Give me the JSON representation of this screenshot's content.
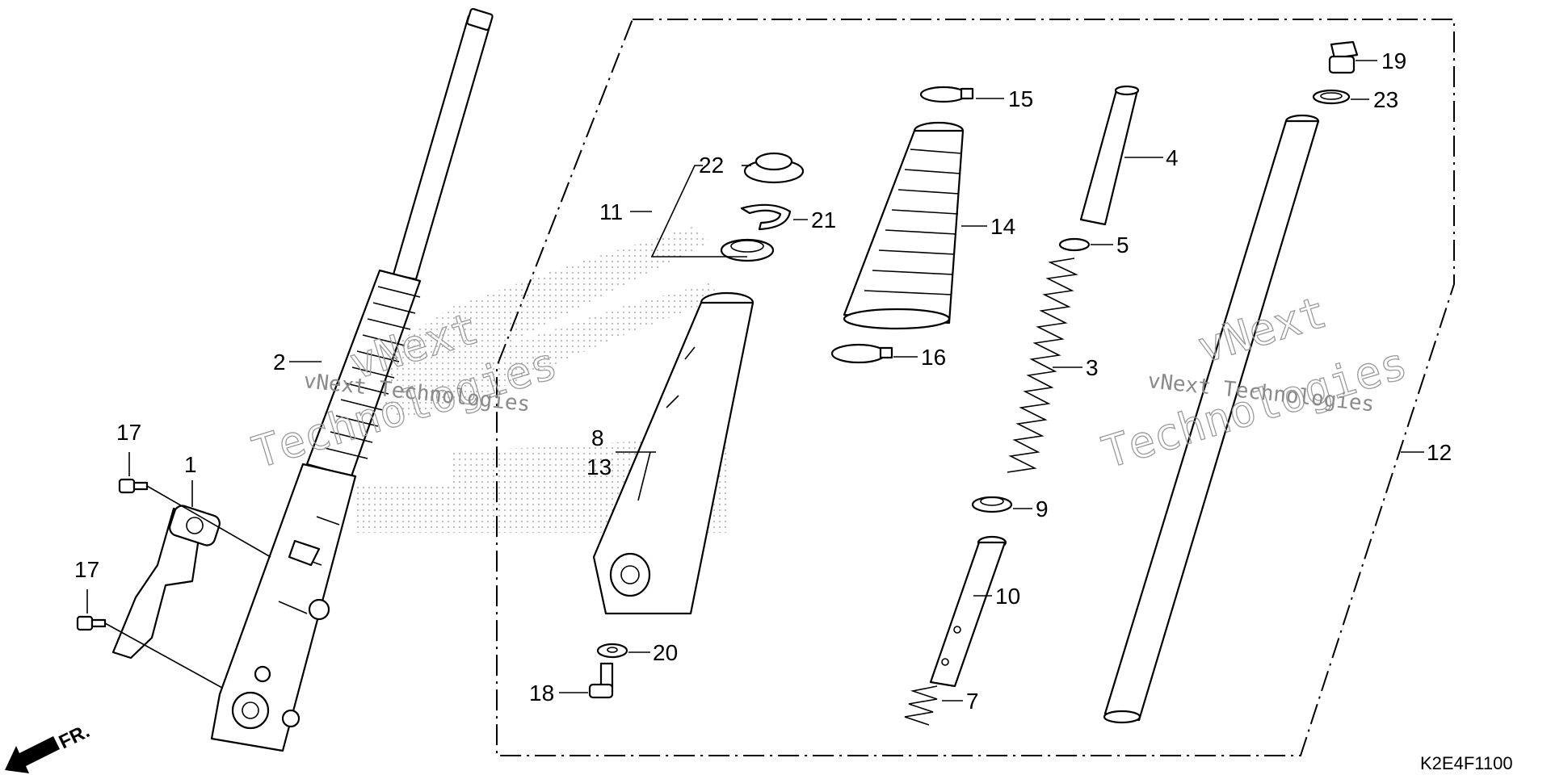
{
  "diagram": {
    "drawing_code": "K2E4F1100",
    "direction_label": "FR.",
    "watermark": {
      "brand": "vNext",
      "name": "Technologies",
      "line": "vNext Technologies"
    },
    "callouts": {
      "c1": "1",
      "c2": "2",
      "c3": "3",
      "c4": "4",
      "c5": "5",
      "c7": "7",
      "c8": "8",
      "c9": "9",
      "c10": "10",
      "c11": "11",
      "c12": "12",
      "c13": "13",
      "c14": "14",
      "c15": "15",
      "c16": "16",
      "c17a": "17",
      "c17b": "17",
      "c18": "18",
      "c19": "19",
      "c20": "20",
      "c21": "21",
      "c22": "22",
      "c23": "23"
    }
  }
}
